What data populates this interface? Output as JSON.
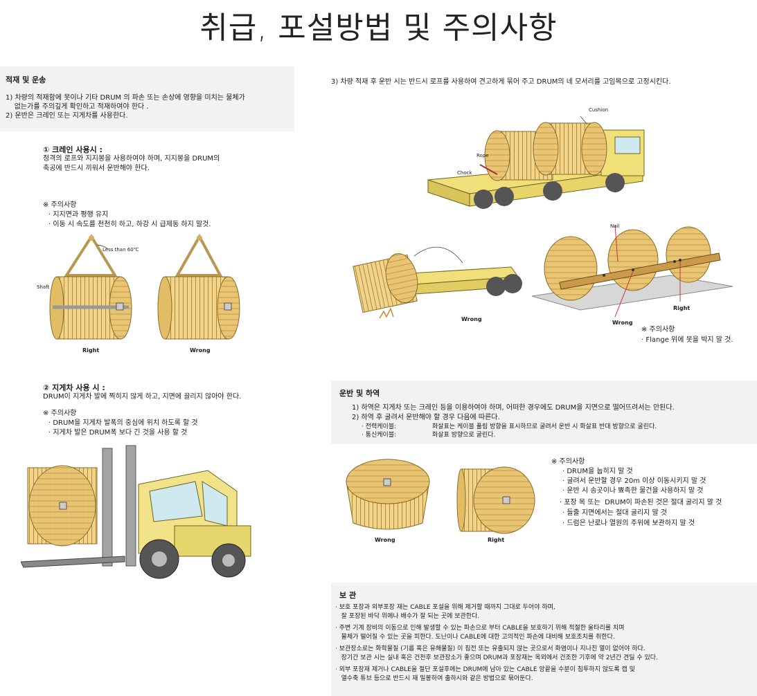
{
  "title": "취급, 포설방법 및 주의사항",
  "loading": {
    "heading": "적재 및 운송",
    "line1": "1) 차량의 적재함에 못이나 기타 DRUM 의 파손 또는 손상에 영향을 미치는 물체가",
    "line1b": "    없는가를 주의깊게 확인하고 적재하여야 한다 .",
    "line2": "2) 운반은 크레인 또는 지게차를 사용한다."
  },
  "crane": {
    "heading": "① 크레인 사용시 :",
    "desc1": "정격의 로프와 지지봉을 사용하여야 하며, 지지봉을 DRUM의",
    "desc2": "축공에 반드시 끼워서 운반해야 한다.",
    "caution_title": "※ 주의사항",
    "caution1": "· 지지면과 평행 유지",
    "caution2": "· 이동 시 속도를 천천히 하고, 하강 시 급제동 하지 말것.",
    "label_angle": "Less than 60℃",
    "label_shaft": "Shaft",
    "label_right": "Right",
    "label_wrong": "Wrong"
  },
  "forklift": {
    "heading": "② 지게차 사용 시 :",
    "desc": "DRUM이 지게차 발에 찍히지 않게 하고, 지면에 끌리지 않아야 한다.",
    "caution_title": "※ 주의사항",
    "caution1": "· DRUM을 지게차 발폭의 중심에 위치 하도록 할 것",
    "caution2": "· 지게차 발은 DRUM폭 보다 긴 것을 사용 할 것"
  },
  "truck": {
    "text": "3) 차량 적재 후 운반 시는 반드시 로프를 사용하여 견고하게 묶어 주고 DRUM의 네 모서리를 고임목으로 고정시킨다.",
    "label_cushion": "Cushion",
    "label_rope": "Rope",
    "label_chock": "Chock",
    "label_nail": "Nail",
    "label_wrong1": "Wrong",
    "label_wrong2": "Wrong",
    "label_right": "Right",
    "caution_title": "※ 주의사항",
    "caution1": "· Flange 위에 못을 박지 말 것."
  },
  "unloading": {
    "heading": "운반 및 하역",
    "line1": "1) 하역은 지게차 또는 크레인 등을 이용하여야 하며, 어떠한 경우에도 DRUM을 지면으로 떨어뜨려서는 안된다.",
    "line2": "2) 하역 후 굴려서 운반해야 할 경우 다음에 따른다.",
    "row1_label": "· 전력케이블:",
    "row1_value": "화살표는 케이블 풀림 방향을 표시하므로 굴려서 운반 시 화살표 반대 방향으로 굴린다.",
    "row2_label": "· 통신케이블:",
    "row2_value": "화살표 방향으로 굴린다.",
    "caution_title": "※ 주의사항",
    "cautions": [
      "· DRUM을 눕히지 말 것",
      "· 굴려서 운반할 경우 20m 이상 이동시키지 말 것",
      "· 운반 시 송곳이나 뾰족한 물건을 사용하지 말 것",
      "· 포장 목 또는  DRUM이 파손된 것은 절대 굴리지 말 것",
      "· 들출 지면에서는 절대 굴리지 말 것",
      "· 드럼은 난로나 열원의 주위에 보관하지 말 것"
    ],
    "label_wrong": "Wrong",
    "label_right": "Right"
  },
  "storage": {
    "heading": "보 관",
    "lines": [
      "· 보호 포장과 외부포장 재는 CABLE 포설을 위해 제거할 때까지 그대로 두어야 하며,",
      "   잘 포장된 바닥 위에나 배수가 잘 되는 곳에 보관한다.",
      "· 주변 기계 장비의 이동으로 인해 발생할 수 있는 파손으로 부터 CABLE을 보호하기 위해 적절한 울타리를 치며",
      "   물체가 떨어질 수 있는 곳을 피한다. 도난이나 CABLE에 대한 고의적인 파손에 대비해 보호조치를 취한다.",
      "· 보관장소로는 화학물질 (기름 혹은 유해물질) 이 침전 또는 유출되지 않는 곳으로서 화염이나 지나친 열이 없어야 하다.",
      "   장기간 보관 시는 실내 혹은 건천후 보관장소가 좋으며 DRUM과 포장재는 옥외에서 건조한 기후에 약 2년간 견딜 수 있다.",
      "· 외부 포장재 제거나 CABLE을 절단 포설후에는 DRUM에 남아 있는 CABLE 앙끝을 수분이 침투하지 않도록 캡 및",
      "   열수축 튜브 등으로 반드시 재 밀봉하여 출하시와 같은 방법으로 묶어둔다."
    ]
  }
}
